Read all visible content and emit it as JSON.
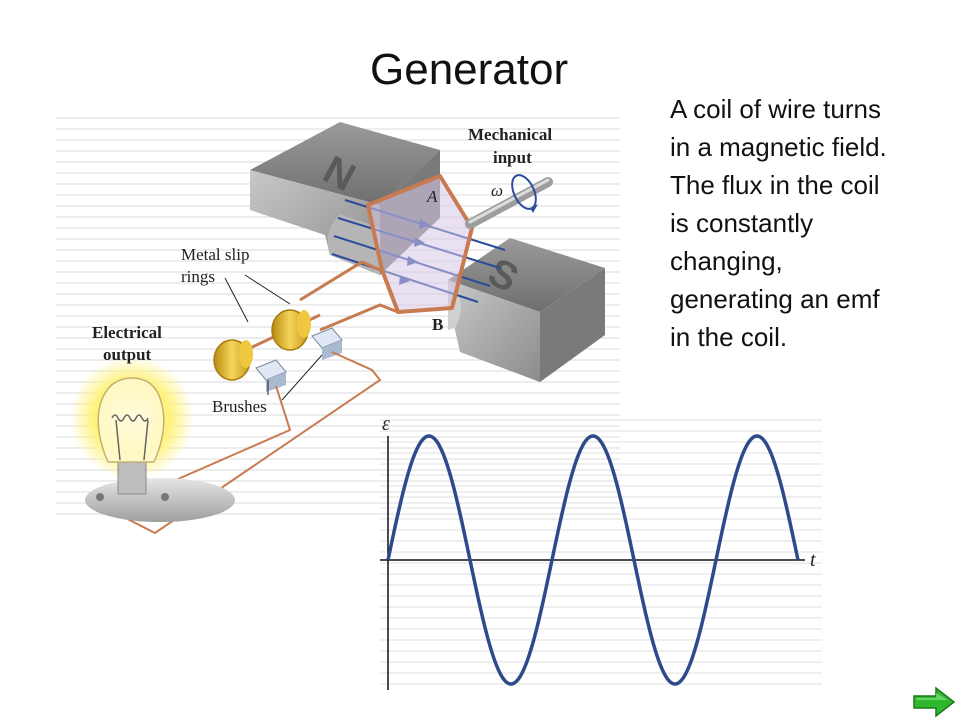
{
  "slide": {
    "title": "Generator",
    "description_lines": [
      "A coil of wire turns",
      "in a magnetic field.",
      "The flux in the coil",
      "is constantly",
      "changing,",
      "generating an emf",
      "in the coil."
    ]
  },
  "diagram": {
    "labels": {
      "mechanical_input_1": "Mechanical",
      "mechanical_input_2": "input",
      "omega": "ω",
      "metal_slip_rings_1": "Metal slip",
      "metal_slip_rings_2": "rings",
      "electrical_output_1": "Electrical",
      "electrical_output_2": "output",
      "brushes": "Brushes",
      "point_a": "A",
      "point_b": "B",
      "north": "N",
      "south": "S"
    },
    "colors": {
      "wire": "#c87a50",
      "field_lines": "#2b4d9c",
      "magnet": "#8a8a8a",
      "slip_ring": "#e3b52c",
      "bulb_glow": "#fff27a",
      "wave": "#2e4a8c",
      "next_arrow": "#2eb82e"
    }
  },
  "graph": {
    "y_label": "ε",
    "x_label": "t"
  },
  "chart_data": {
    "type": "line",
    "title": "",
    "xlabel": "t",
    "ylabel": "ε",
    "x_range_cycles": [
      0,
      2.5
    ],
    "y_range": [
      -1,
      1
    ],
    "series": [
      {
        "function": "sin",
        "cycles": 2.5,
        "amplitude": 1
      }
    ],
    "grid": false
  },
  "nav": {
    "next_icon": "right-arrow-icon"
  }
}
